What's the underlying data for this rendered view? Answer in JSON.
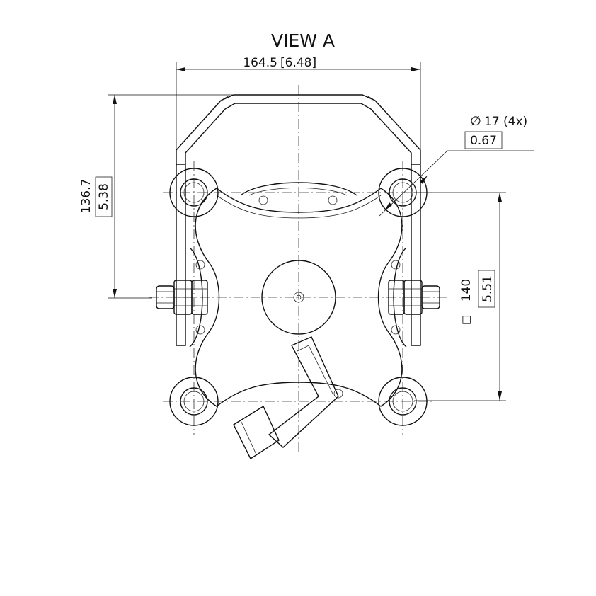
{
  "view_title": "VIEW A",
  "dimensions": {
    "width": {
      "metric": "164.5",
      "imperial": "[6.48]"
    },
    "height": {
      "metric": "136.7",
      "imperial": "5.38"
    },
    "bolt_pattern": {
      "symbol": "□",
      "metric": "140",
      "imperial": "5.51"
    },
    "hole": {
      "symbol": "∅",
      "callout": "17 (4x)",
      "imperial": "0.67"
    }
  }
}
